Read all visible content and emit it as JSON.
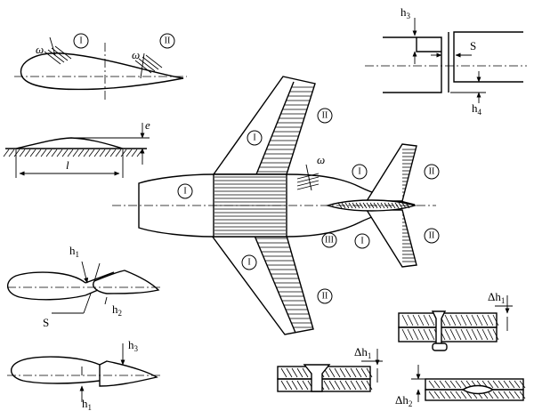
{
  "zones": {
    "zone1": "I",
    "zone2": "II",
    "zone3": "III"
  },
  "symbols": {
    "omega": "ω",
    "e": "e",
    "l": "l",
    "s": "S",
    "h": "h",
    "delta_h": "Δh",
    "sub1": "1",
    "sub2": "2",
    "sub3": "3",
    "sub4": "4"
  }
}
